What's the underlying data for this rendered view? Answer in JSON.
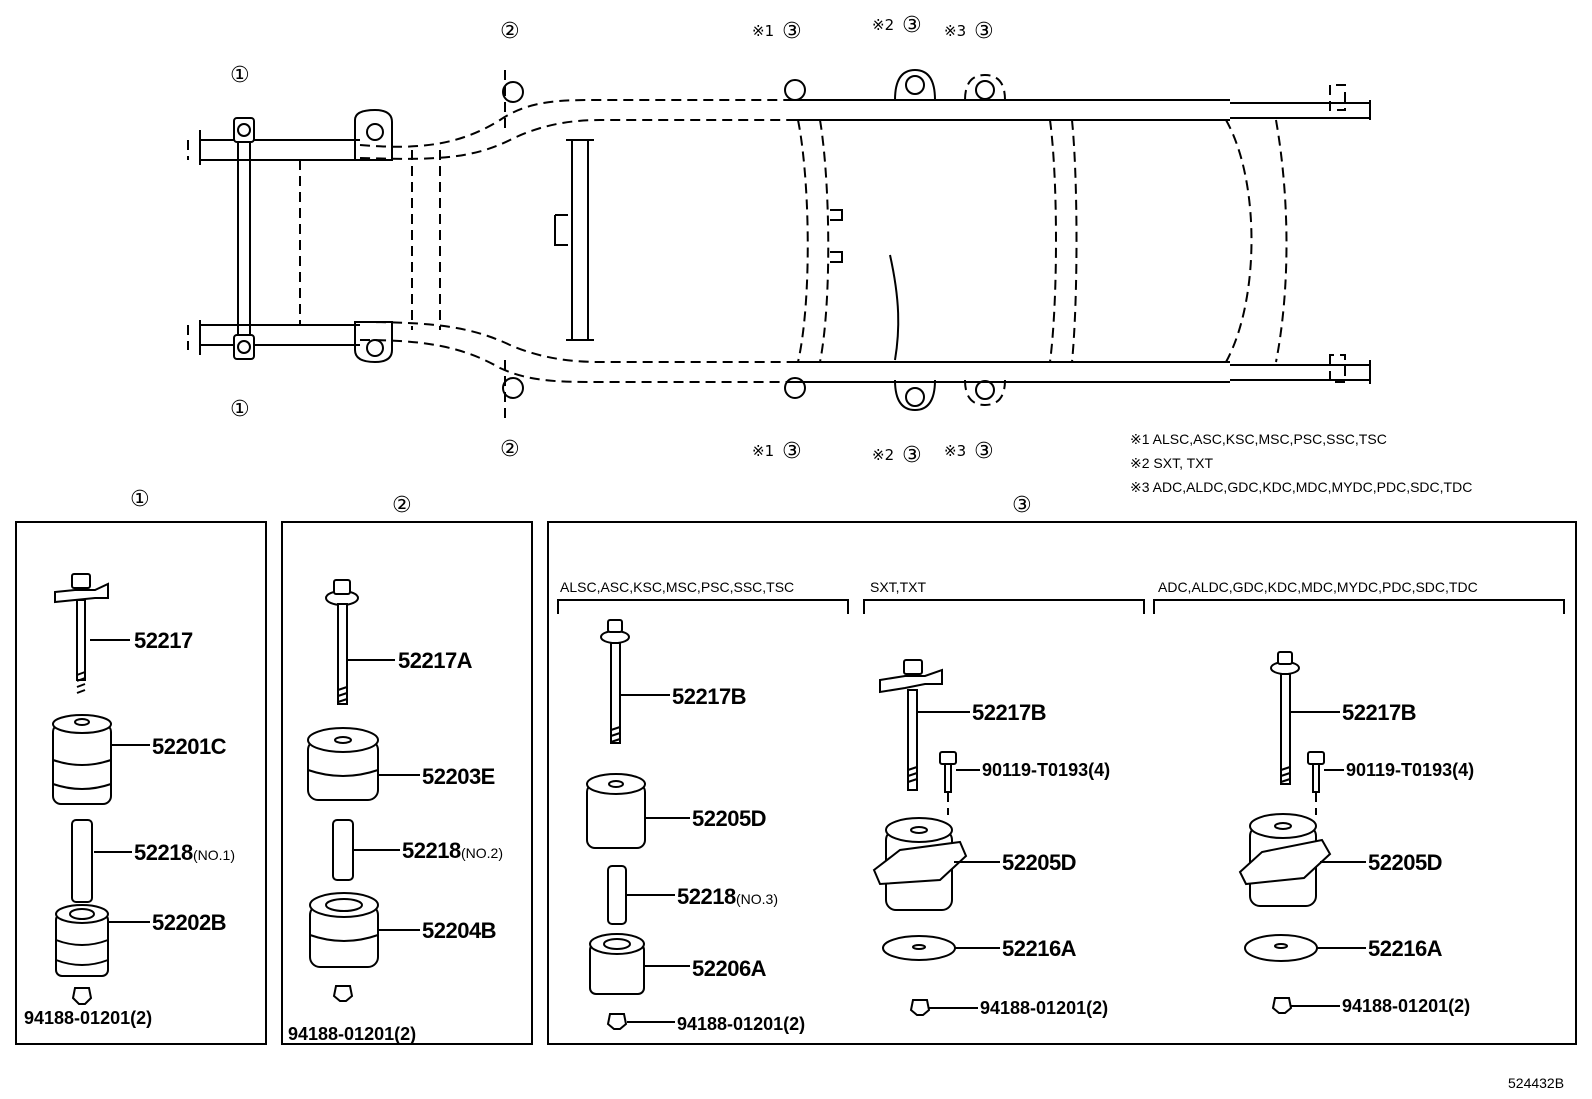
{
  "callouts": {
    "c1": "①",
    "c2": "②",
    "c3": "③"
  },
  "marks": {
    "m1": "※1",
    "m2": "※2",
    "m3": "※3"
  },
  "notes": [
    "※1 ALSC,ASC,KSC,MSC,PSC,SSC,TSC",
    "※2 SXT, TXT",
    "※3 ADC,ALDC,GDC,KDC,MDC,MYDC,PDC,SDC,TDC"
  ],
  "panel1": {
    "header": "①",
    "parts": [
      "52217",
      "52201C",
      "52218",
      "52202B",
      "94188-01201(2)"
    ],
    "note_52218": "(NO.1)"
  },
  "panel2": {
    "header": "②",
    "parts": [
      "52217A",
      "52203E",
      "52218",
      "52204B",
      "94188-01201(2)"
    ],
    "note_52218": "(NO.2)"
  },
  "panel3": {
    "header": "③",
    "groups": [
      {
        "label": "ALSC,ASC,KSC,MSC,PSC,SSC,TSC",
        "parts": [
          "52217B",
          "52205D",
          "52218",
          "52206A",
          "94188-01201(2)"
        ],
        "note_52218": "(NO.3)"
      },
      {
        "label": "SXT,TXT",
        "parts": [
          "52217B",
          "90119-T0193(4)",
          "52205D",
          "52216A",
          "94188-01201(2)"
        ]
      },
      {
        "label": "ADC,ALDC,GDC,KDC,MDC,MYDC,PDC,SDC,TDC",
        "parts": [
          "52217B",
          "90119-T0193(4)",
          "52205D",
          "52216A",
          "94188-01201(2)"
        ]
      }
    ]
  },
  "diagram_id": "524432B"
}
